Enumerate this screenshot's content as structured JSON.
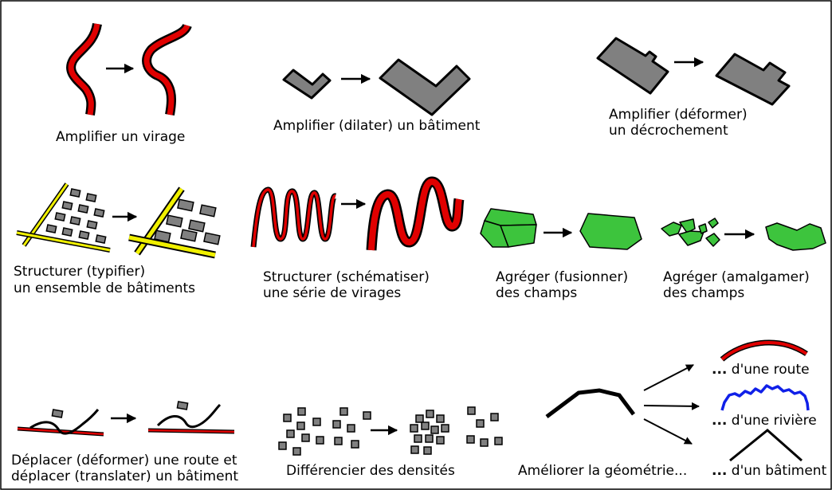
{
  "labels": {
    "amplify_bend": "Amplifier un virage",
    "amplify_building": "Amplifier (dilater) un bâtiment",
    "amplify_offset_1": "Amplifier (déformer)",
    "amplify_offset_2": "un décrochement",
    "structure_buildings_1": "Structurer (typifier)",
    "structure_buildings_2": "un ensemble de bâtiments",
    "structure_bends_1": "Structurer (schématiser)",
    "structure_bends_2": "une série de virages",
    "merge_fields_1": "Agréger (fusionner)",
    "merge_fields_2": "des champs",
    "amalgamate_fields_1": "Agréger (amalgamer)",
    "amalgamate_fields_2": "des champs",
    "displace_1": "Déplacer (déformer) une route et",
    "displace_2": "déplacer (translater) un bâtiment",
    "densities": "Différencier des densités",
    "improve_geometry": "Améliorer la géométrie...",
    "geometry_road_prefix": "...",
    "geometry_road": " d'une route",
    "geometry_river_prefix": "...",
    "geometry_river": " d'une rivière",
    "geometry_building_prefix": "...",
    "geometry_building": " d'un bâtiment"
  },
  "colors": {
    "road": "#e00000",
    "road_casing": "#000000",
    "building": "#808080",
    "street": "#f0f000",
    "field": "#3dc43d",
    "river": "#1020e8",
    "outline": "#000000"
  }
}
